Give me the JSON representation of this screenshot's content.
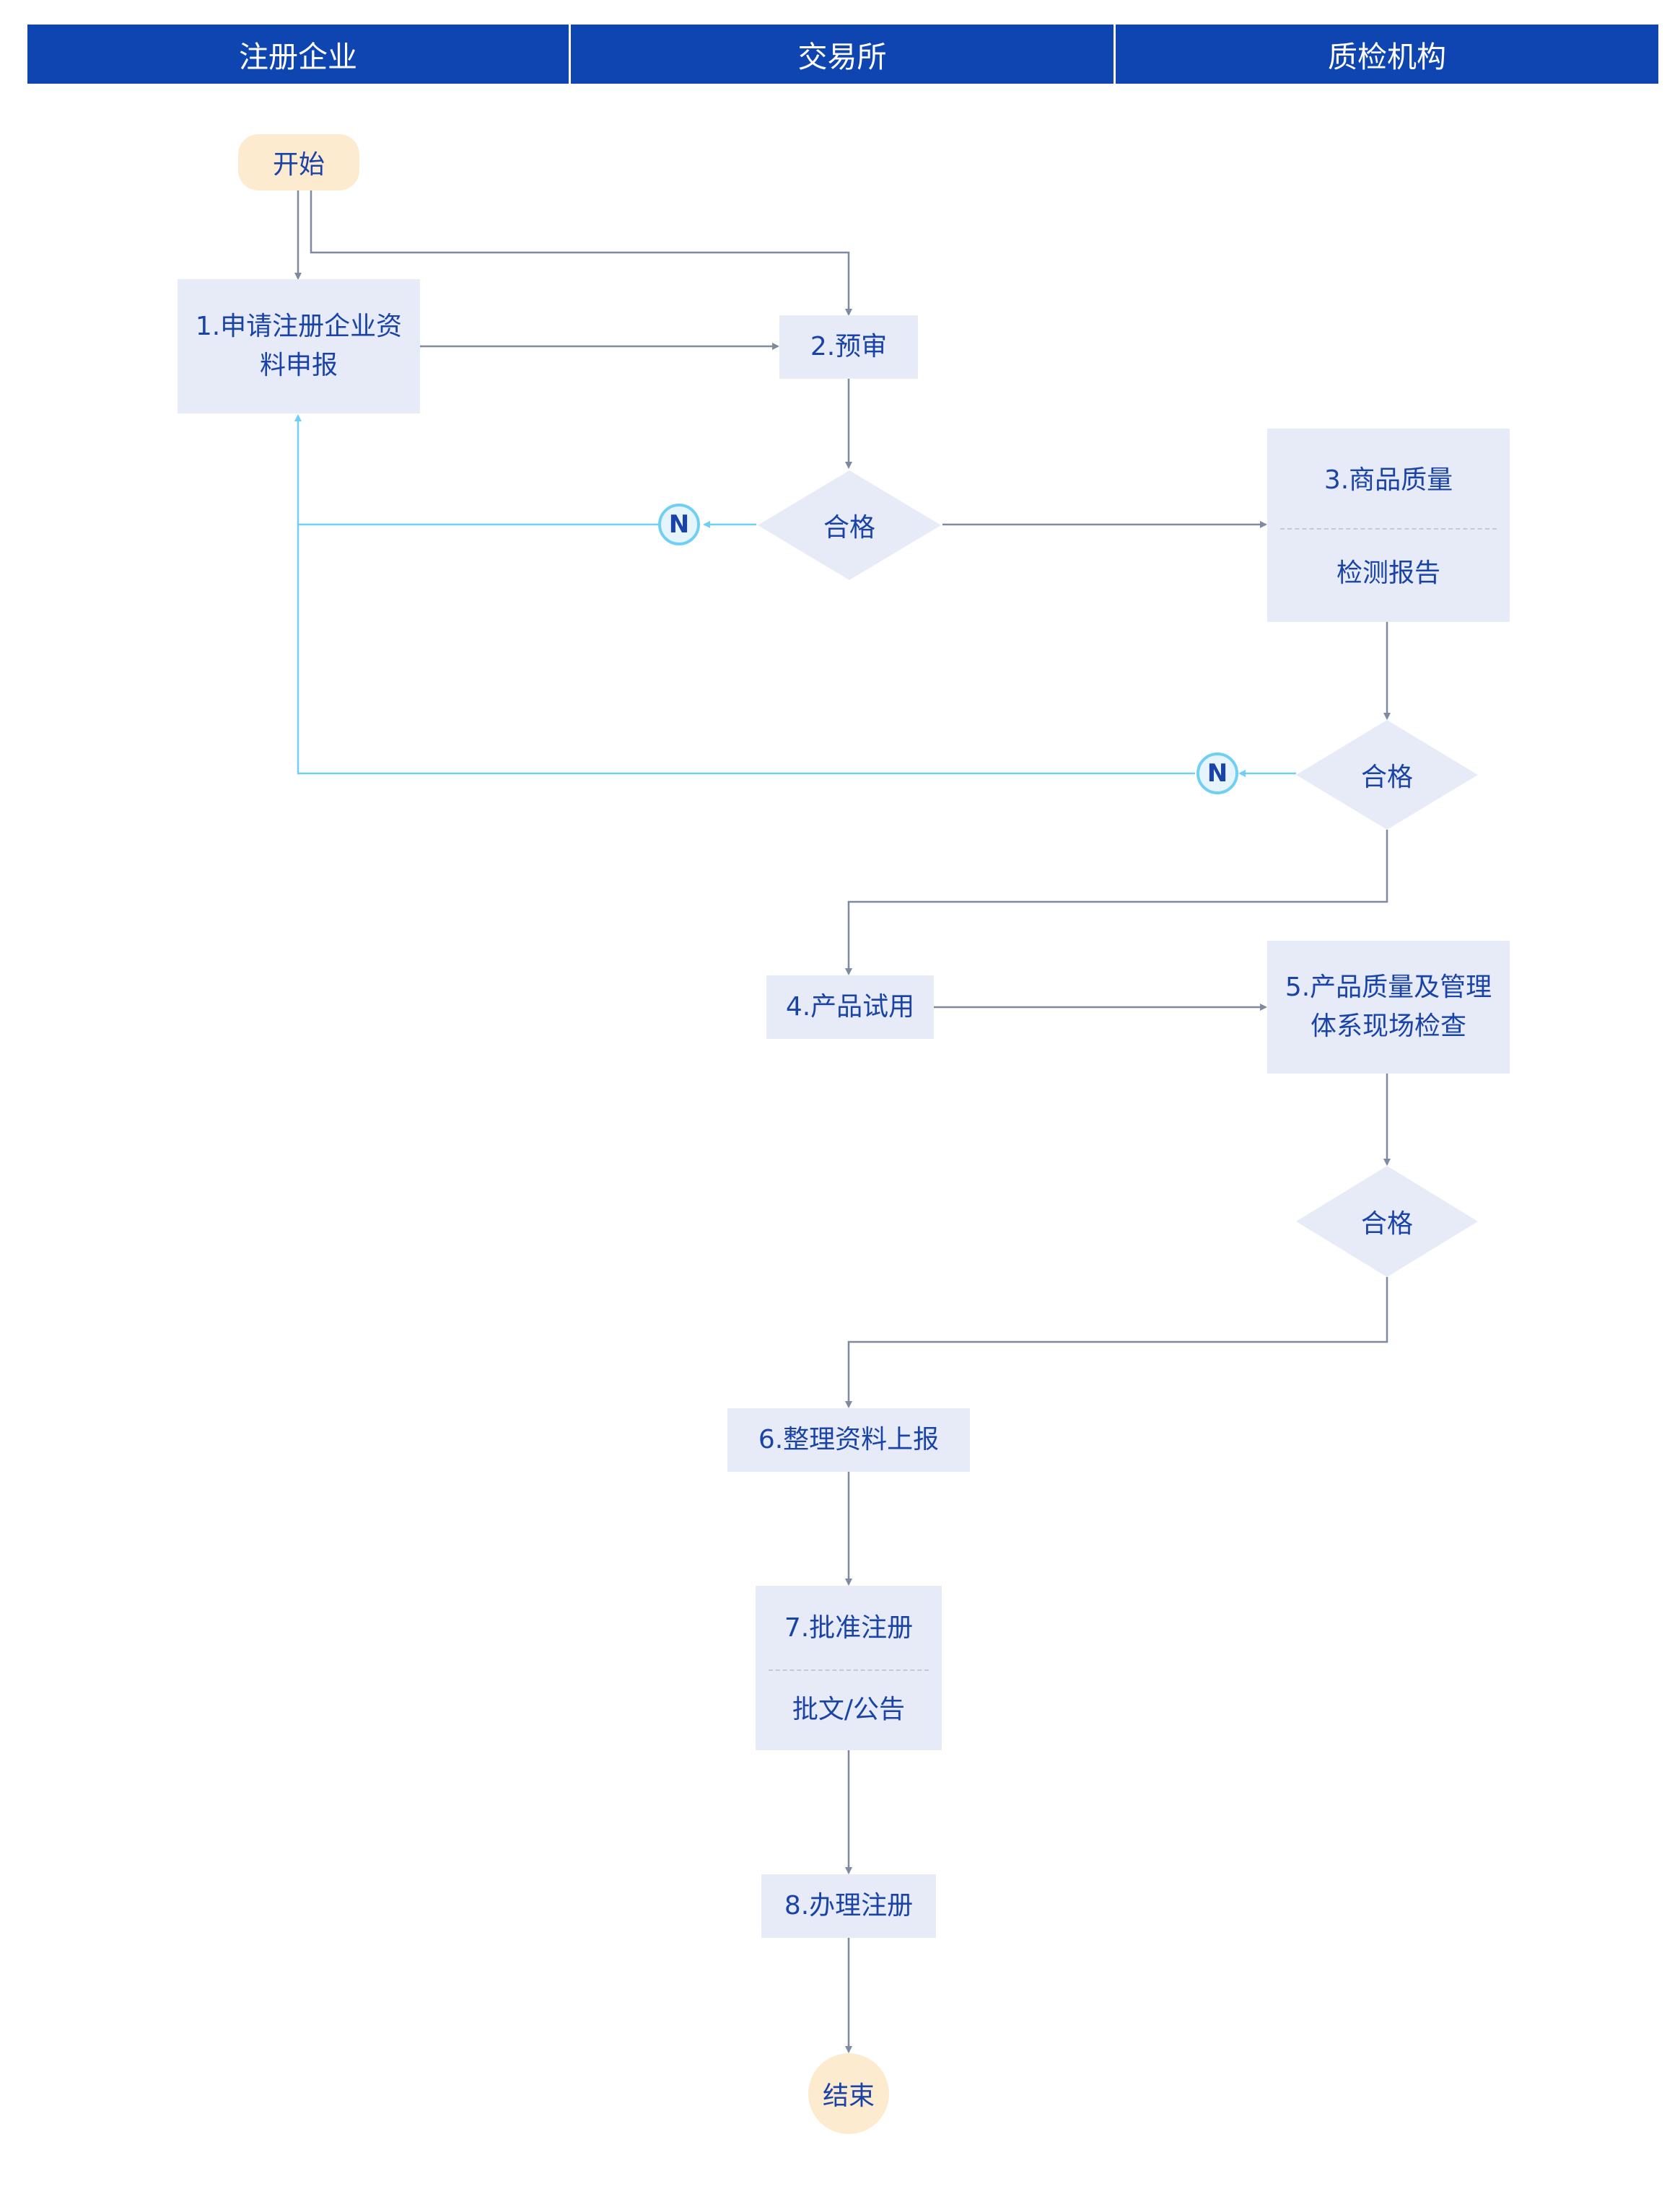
{
  "lanes": [
    "注册企业",
    "交易所",
    "质检机构"
  ],
  "nodes": {
    "start": "开始",
    "step1": "1.申请注册企业资料申报",
    "step1_line1": "1.申请注册企业资",
    "step1_line2": "料申报",
    "step2": "2.预审",
    "decision1": "合格",
    "step3_top": "3.商品质量",
    "step3_bottom": "检测报告",
    "decision2": "合格",
    "step4": "4.产品试用",
    "step5_line1": "5.产品质量及管理",
    "step5_line2": "体系现场检查",
    "decision3": "合格",
    "step6": "6.整理资料上报",
    "step7_top": "7.批准注册",
    "step7_bottom": "批文/公告",
    "step8": "8.办理注册",
    "end": "结束"
  },
  "badges": {
    "reject1": "N",
    "reject2": "N"
  },
  "colors": {
    "header": "#0f45b1",
    "node_fill": "#e7ebf7",
    "node_text": "#1a43a8",
    "terminal_fill": "#fdebd0",
    "connector": "#7e8aa0",
    "reject_connector": "#6fd0f3"
  }
}
